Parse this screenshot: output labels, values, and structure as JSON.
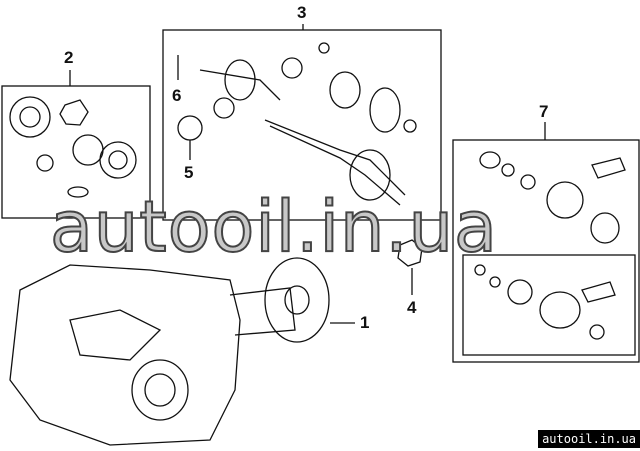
{
  "callouts": [
    "1",
    "2",
    "3",
    "4",
    "5",
    "6",
    "7"
  ],
  "watermark": "autooil.in.ua",
  "footer_watermark": "autooil.in.ua"
}
